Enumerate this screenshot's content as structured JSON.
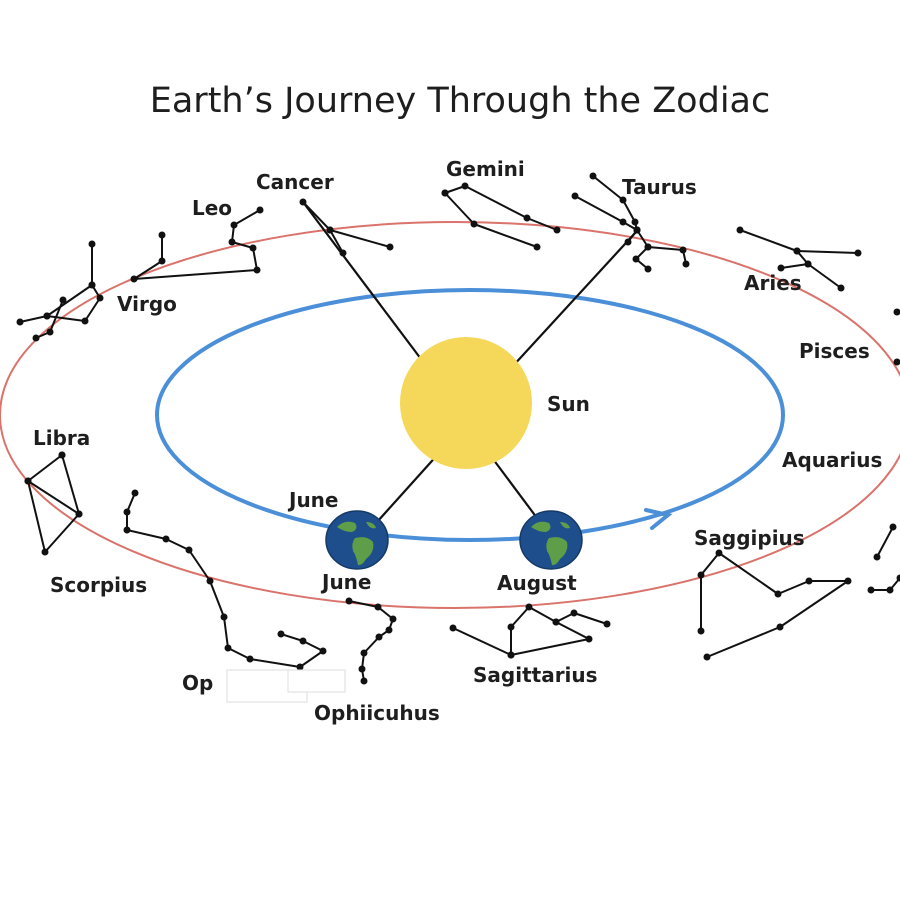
{
  "title": "Earth’s Journey Through the Zodiac",
  "colors": {
    "ecliptic": "#d9736b",
    "orbit": "#4a8fd8",
    "sun": "#f5d85a",
    "earth_ocean": "#1f4e8c",
    "earth_land": "#5e9e48",
    "lines": "#111111"
  },
  "labels": {
    "sun": "Sun",
    "earth_1_top": "June",
    "earth_1_bottom": "June",
    "earth_2": "August",
    "partial_label": "Op"
  },
  "constellations": [
    {
      "name": "Cancer"
    },
    {
      "name": "Leo"
    },
    {
      "name": "Virgo"
    },
    {
      "name": "Gemini"
    },
    {
      "name": "Taurus"
    },
    {
      "name": "Aries"
    },
    {
      "name": "Pisces"
    },
    {
      "name": "Aquarius"
    },
    {
      "name": "Libra"
    },
    {
      "name": "Scorpius"
    },
    {
      "name": "Ophiicuhus"
    },
    {
      "name": "Sagittarius"
    },
    {
      "name": "Saggipius"
    }
  ],
  "orbit_direction": "counterclockwise-arrow"
}
